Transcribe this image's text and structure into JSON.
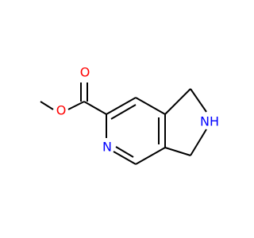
{
  "molecule": {
    "atoms": {
      "ester_o_single": {
        "symbol": "O"
      },
      "carbonyl_o": {
        "symbol": "O"
      },
      "pyridine_n": {
        "symbol": "N"
      },
      "pyrrolidine_nh": {
        "symbol": "NH"
      }
    },
    "colors": {
      "bond": "#000000",
      "oxygen": "#ff0000",
      "nitrogen": "#0000ff",
      "background": "#ffffff"
    }
  }
}
